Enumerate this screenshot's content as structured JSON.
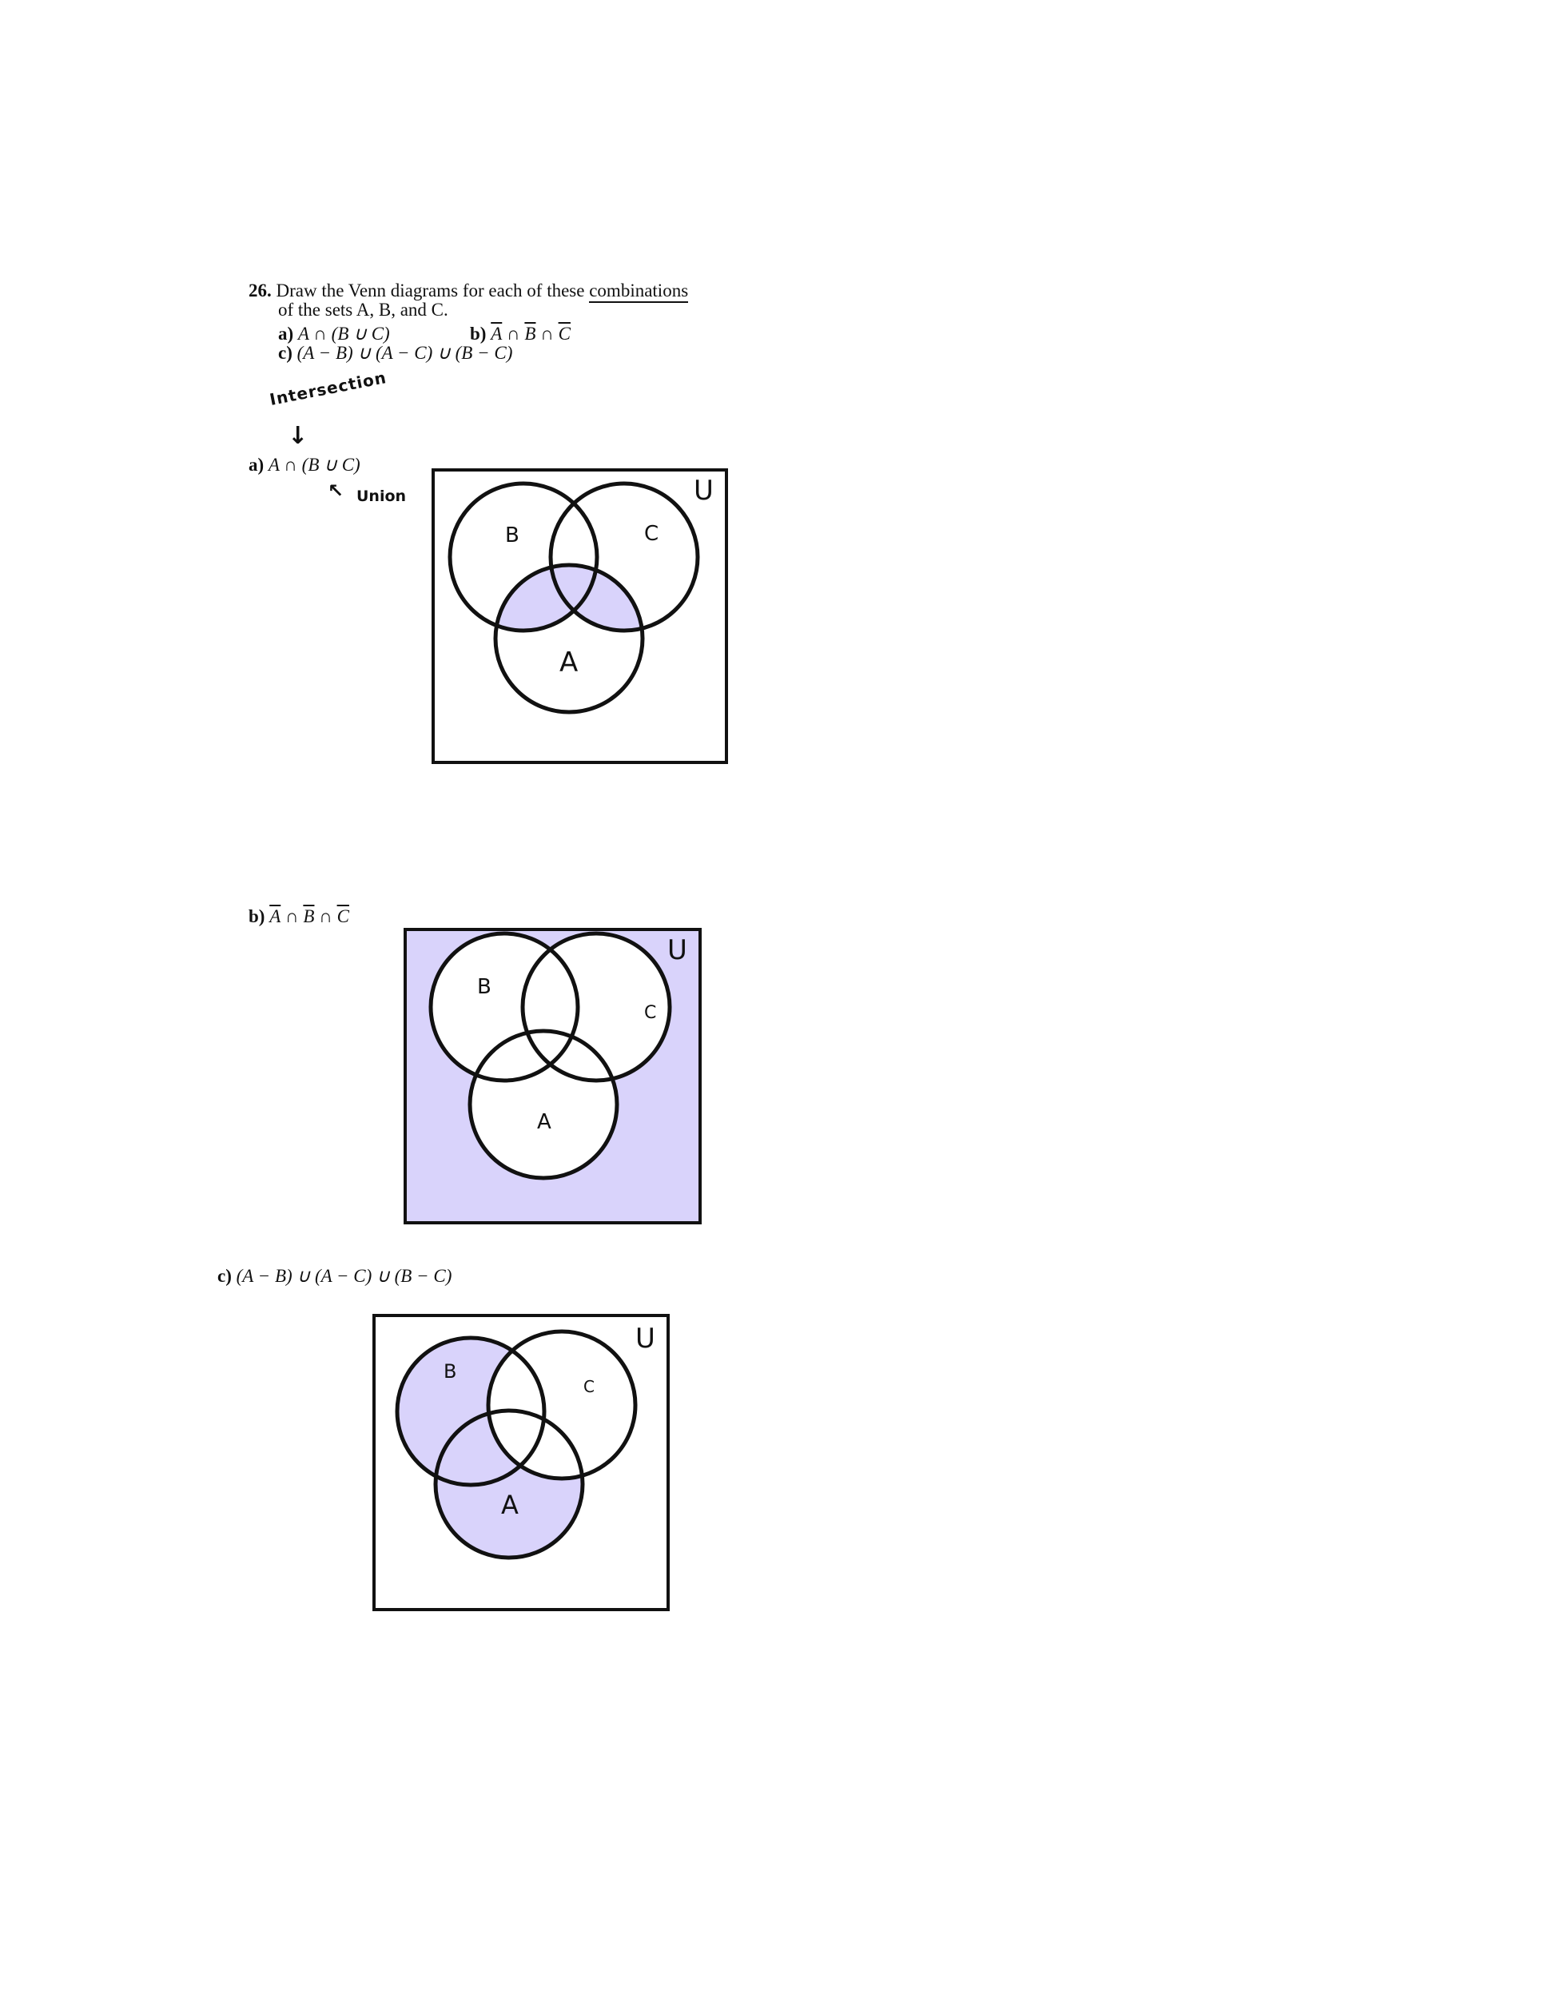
{
  "problem": {
    "number": "26.",
    "text_line1": "Draw the Venn diagrams for each of these",
    "text_underlined": "combinations",
    "text_line2": "of the sets A, B, and C.",
    "a_label": "a)",
    "a_expr": "A ∩ (B ∪ C)",
    "b_label": "b)",
    "b_expr_parts": [
      "A",
      " ∩ ",
      "B",
      " ∩ ",
      "C"
    ],
    "c_label": "c)",
    "c_expr": "(A − B) ∪ (A − C) ∪ (B − C)"
  },
  "annotations": {
    "intersection_note": "Intersection",
    "down_arrow": "↓",
    "union_note": "Union",
    "up_arrow": "↖"
  },
  "sections": [
    {
      "label": "a)",
      "expr": "A ∩ (B ∪ C)"
    },
    {
      "label": "b)",
      "expr_parts": [
        "A",
        " ∩ ",
        "B",
        " ∩ ",
        "C"
      ]
    },
    {
      "label": "c)",
      "expr": "(A − B) ∪ (A − C) ∪ (B − C)"
    }
  ],
  "diagrams": [
    {
      "universe_label": "U",
      "set_labels": {
        "a": "A",
        "b": "B",
        "c": "C"
      },
      "shaded": "A ∩ (B ∪ C)"
    },
    {
      "universe_label": "U",
      "set_labels": {
        "a": "A",
        "b": "B",
        "c": "C"
      },
      "shaded": "outside A, B and C"
    },
    {
      "universe_label": "U",
      "set_labels": {
        "a": "A",
        "b": "B",
        "c": "C"
      },
      "shaded": "(A − B) ∪ (A − C) ∪ (B − C)"
    }
  ],
  "colors": {
    "shade": "#d9d3fb",
    "stroke": "#111111"
  }
}
